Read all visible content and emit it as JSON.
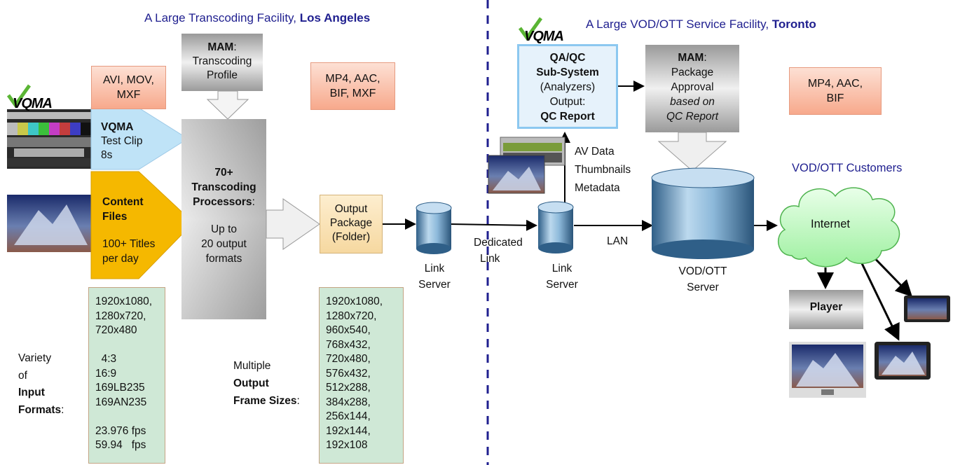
{
  "titles": {
    "la_prefix": "A Large Transcoding Facility,",
    "la_city": "Los Angeles",
    "to_prefix": "A Large VOD/OTT Service Facility,",
    "to_city": "Toronto"
  },
  "logo_text": "VQMA",
  "mam_left": {
    "bold": "MAM",
    "rest": ":",
    "line2": "Transcoding",
    "line3": "Profile"
  },
  "input_formats_box": {
    "l1": "AVI, MOV,",
    "l2": "MXF"
  },
  "output_formats_box": {
    "l1": "MP4, AAC,",
    "l2": "BIF, MXF"
  },
  "toronto_formats_box": {
    "l1": "MP4, AAC,",
    "l2": "BIF"
  },
  "test_clip": {
    "bold": "VQMA",
    "l2": "Test Clip",
    "l3": "8s"
  },
  "content_files": {
    "l1": "Content",
    "l2": "Files",
    "l3": "100+ Titles",
    "l4": "per day"
  },
  "processors": {
    "l1": "70+",
    "l2": "Transcoding",
    "l3": "Processors",
    "colon": ":",
    "l4": "Up to",
    "l5": "20 output",
    "l6": "formats"
  },
  "output_package": {
    "l1": "Output",
    "l2": "Package",
    "l3": "(Folder)"
  },
  "link_server_1": {
    "l1": "Link",
    "l2": "Server"
  },
  "dedicated_link": {
    "l1": "Dedicated",
    "l2": "Link"
  },
  "link_server_2": {
    "l1": "Link",
    "l2": "Server"
  },
  "av_data": {
    "l1": "AV Data",
    "l2": "Thumbnails",
    "l3": "Metadata"
  },
  "lan": "LAN",
  "qa_qc": {
    "l1": "QA/QC",
    "l2": "Sub-System",
    "l3": "(Analyzers)",
    "l4": "Output:",
    "l5": "QC Report"
  },
  "mam_right": {
    "bold": "MAM",
    "rest": ":",
    "l2": "Package",
    "l3": "Approval",
    "l4": "based on",
    "l5": "QC Report"
  },
  "vod_server": {
    "l1": "VOD/OTT",
    "l2": "Server"
  },
  "customers_title": "VOD/OTT Customers",
  "internet": "Internet",
  "player": "Player",
  "input_list": "1920x1080,\n1280x720,\n720x480\n\n  4:3\n16:9\n169LB235\n169AN235\n\n23.976 fps\n59.94   fps",
  "variety": {
    "l1": "Variety",
    "l2": "of",
    "l3": "Input",
    "l4": "Formats",
    "colon": ":"
  },
  "multiple": {
    "l1": "Multiple",
    "l2": "Output",
    "l3": "Frame Sizes",
    "colon": ":"
  },
  "output_list": "1920x1080,\n1280x720,\n960x540,\n768x432,\n720x480,\n576x432,\n512x288,\n384x288,\n256x144,\n192x144,\n192x108",
  "colors": {
    "title_blue": "#1f1f8f",
    "salmon": "#f7a98c",
    "green_box": "#cfe8d6",
    "content_orange": "#f5b800",
    "test_blue": "#bfe3f7",
    "cylinder": "#7fb3d8"
  }
}
